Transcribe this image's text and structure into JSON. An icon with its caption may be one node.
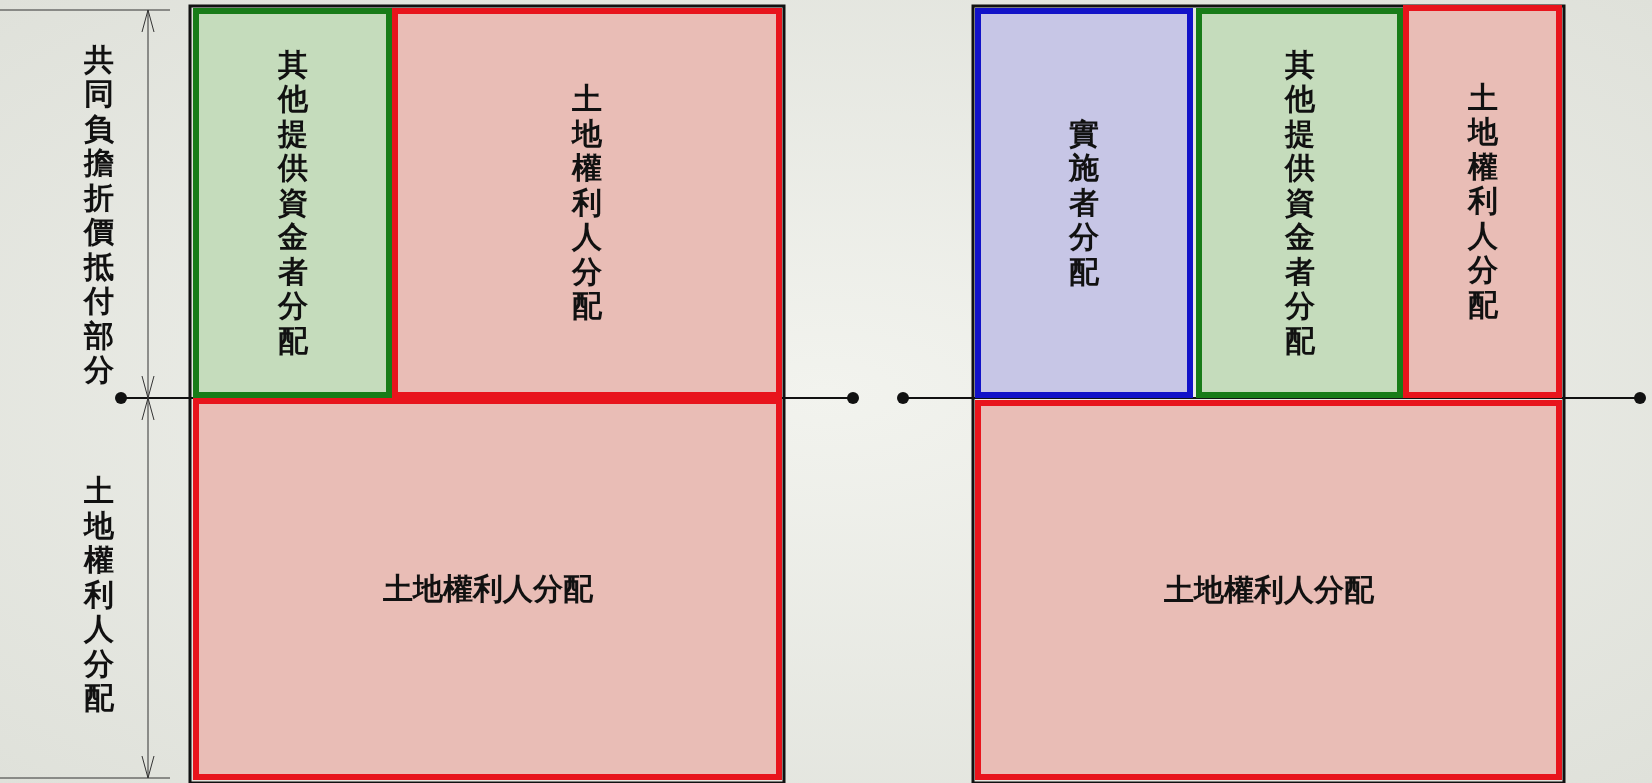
{
  "diagram": {
    "nodes": [
      {
        "text": [
          "其他提供資金者分配"
        ]
      },
      {
        "text": [
          "土地權利人分配"
        ]
      },
      {
        "text": [
          "土地權利人分配"
        ]
      },
      {
        "text": [
          "實施者分配"
        ]
      },
      {
        "text": [
          "其他提供資金者分配"
        ]
      },
      {
        "text": [
          "土地權利人分配"
        ]
      },
      {
        "text": [
          "土地權利人分配"
        ]
      }
    ],
    "labels": [
      "共同負擔折價抵付部分",
      "土地權利人分配"
    ]
  }
}
